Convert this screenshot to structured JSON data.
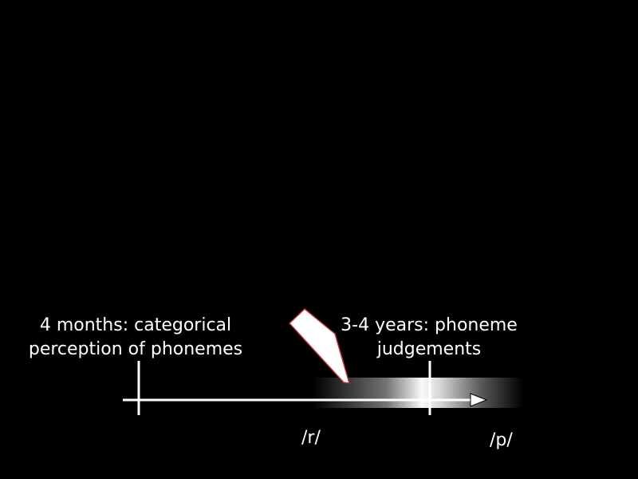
{
  "timeline": {
    "left_milestone": {
      "line1": "4 months:  categorical",
      "line2": "perception of phonemes"
    },
    "right_milestone": {
      "line1": "3-4 years: phoneme",
      "line2": "judgements"
    },
    "start_sound": "/r/",
    "end_sound": "/p/"
  },
  "colors": {
    "background": "#000000",
    "foreground": "#ffffff",
    "pointer_outline": "#c0303a"
  }
}
